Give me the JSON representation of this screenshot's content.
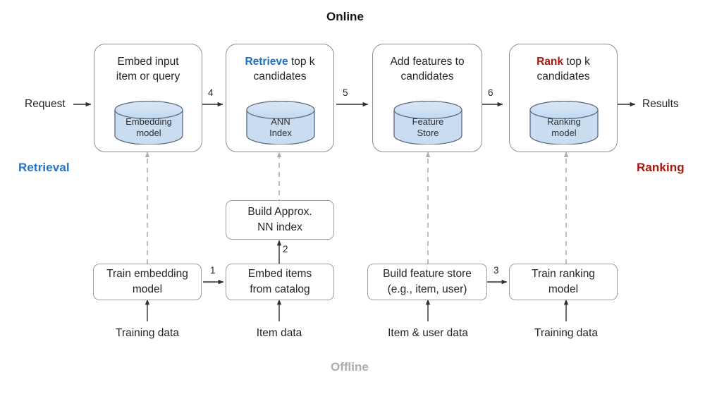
{
  "diagram": {
    "title_online": "Online",
    "title_offline": "Offline",
    "section_left": "Retrieval",
    "section_right": "Ranking",
    "colors": {
      "retrieval": "#2573c9",
      "ranking": "#a8170d",
      "online_divider": "#1a1d20",
      "offline_divider": "#e8e9ea",
      "cylinder_fill": "#c9dcf0",
      "cylinder_stroke": "#5a6b80",
      "card_stroke": "#8a8f94",
      "box_stroke": "#9aa0a6",
      "dashed_connector": "#a9adb1",
      "text": "#22262b"
    }
  },
  "io": {
    "request": "Request",
    "results": "Results"
  },
  "online_cards": [
    {
      "id": "embed-input",
      "title_pre": "",
      "title_kw": "",
      "title_post": "Embed input\nitem or query",
      "store": "Embedding\nmodel"
    },
    {
      "id": "retrieve-topk",
      "title_pre": "",
      "title_kw": "Retrieve",
      "title_post": " top k\ncandidates",
      "store": "ANN\nIndex"
    },
    {
      "id": "add-features",
      "title_pre": "",
      "title_kw": "",
      "title_post": "Add features to\ncandidates",
      "store": "Feature\nStore"
    },
    {
      "id": "rank-topk",
      "title_pre": "",
      "title_kw": "Rank",
      "title_post": " top k\ncandidates",
      "store": "Ranking\nmodel"
    }
  ],
  "offline_boxes": [
    {
      "id": "train-embedding-model",
      "label": "Train embedding\nmodel"
    },
    {
      "id": "embed-items-from-catalog",
      "label": "Embed items\nfrom catalog"
    },
    {
      "id": "build-approx-nn-index",
      "label": "Build Approx.\nNN index"
    },
    {
      "id": "build-feature-store",
      "label": "Build feature store\n(e.g., item, user)"
    },
    {
      "id": "train-ranking-model",
      "label": "Train ranking\nmodel"
    }
  ],
  "sources": [
    {
      "id": "training-data-left",
      "label": "Training data"
    },
    {
      "id": "item-data",
      "label": "Item data"
    },
    {
      "id": "item-user-data",
      "label": "Item & user data"
    },
    {
      "id": "training-data-right",
      "label": "Training data"
    }
  ],
  "steps": {
    "s1": "1",
    "s2": "2",
    "s3": "3",
    "s4": "4",
    "s5": "5",
    "s6": "6"
  },
  "chart_data": {
    "type": "diagram",
    "title": "Online / Offline retrieval and ranking pipeline",
    "nodes": [
      "Embed input item or query",
      "Retrieve top k candidates",
      "Add features to candidates",
      "Rank top k candidates",
      "Train embedding model",
      "Embed items from catalog",
      "Build Approx. NN index",
      "Build feature store (e.g., item, user)",
      "Train ranking model"
    ],
    "edges": [
      {
        "from": "Request",
        "to": "Embed input item or query",
        "label": ""
      },
      {
        "from": "Embed input item or query",
        "to": "Retrieve top k candidates",
        "label": "4"
      },
      {
        "from": "Retrieve top k candidates",
        "to": "Add features to candidates",
        "label": "5"
      },
      {
        "from": "Add features to candidates",
        "to": "Rank top k candidates",
        "label": "6"
      },
      {
        "from": "Rank top k candidates",
        "to": "Results",
        "label": ""
      },
      {
        "from": "Training data",
        "to": "Train embedding model",
        "label": ""
      },
      {
        "from": "Train embedding model",
        "to": "Embed items from catalog",
        "label": "1"
      },
      {
        "from": "Item data",
        "to": "Embed items from catalog",
        "label": ""
      },
      {
        "from": "Embed items from catalog",
        "to": "Build Approx. NN index",
        "label": "2"
      },
      {
        "from": "Item & user data",
        "to": "Build feature store (e.g., item, user)",
        "label": ""
      },
      {
        "from": "Build feature store (e.g., item, user)",
        "to": "Train ranking model",
        "label": "3"
      },
      {
        "from": "Training data",
        "to": "Train ranking model",
        "label": ""
      },
      {
        "from": "Train embedding model",
        "to": "Embedding model",
        "label": "",
        "style": "dashed"
      },
      {
        "from": "Build Approx. NN index",
        "to": "ANN Index",
        "label": "",
        "style": "dashed"
      },
      {
        "from": "Build feature store (e.g., item, user)",
        "to": "Feature Store",
        "label": "",
        "style": "dashed"
      },
      {
        "from": "Train ranking model",
        "to": "Ranking model",
        "label": "",
        "style": "dashed"
      }
    ]
  }
}
